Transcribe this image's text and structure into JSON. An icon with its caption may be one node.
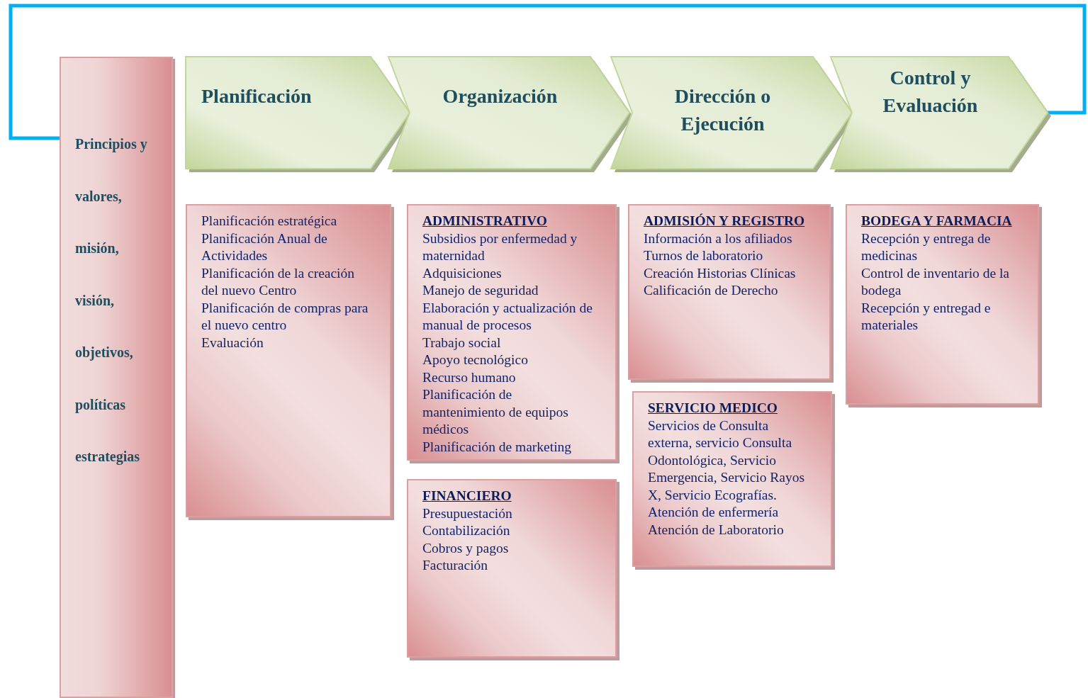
{
  "diagram": {
    "nodes": [
      {
        "text": [
          "Principios y",
          "valores,",
          "misión,",
          "visión,",
          "objetivos,",
          "políticas",
          "estrategias"
        ]
      },
      {
        "text": [
          "Planificación"
        ]
      },
      {
        "text": [
          "Organización"
        ]
      },
      {
        "text": [
          "Dirección o Ejecución"
        ]
      },
      {
        "text": [
          "Control y Evaluación"
        ]
      },
      {
        "text": [
          "Planificación estratégica",
          "Planificación Anual de Actividades",
          "Planificación de la creación del nuevo Centro",
          "Planificación de compras para el nuevo centro",
          "Evaluación"
        ]
      },
      {
        "text": [
          "ADMINISTRATIVO",
          "Subsidios por enfermedad y maternidad",
          "Adquisiciones",
          "Manejo de seguridad",
          "Elaboración y actualización de manual de procesos",
          "Trabajo social",
          "Apoyo tecnológico",
          "Recurso humano",
          "Planificación de mantenimiento de equipos médicos",
          "Planificación de marketing"
        ]
      },
      {
        "text": [
          "FINANCIERO",
          "Presupuestación",
          "Contabilización",
          "Cobros y pagos",
          "Facturación"
        ]
      },
      {
        "text": [
          "ADMISIÓN Y REGISTRO",
          "Información a los afiliados",
          "Turnos de laboratorio",
          "Creación Historias Clínicas",
          "Calificación de Derecho"
        ]
      },
      {
        "text": [
          "SERVICIO MEDICO",
          "Servicios de Consulta externa, servicio Consulta Odontológica, Servicio Emergencia, Servicio Rayos X, Servicio Ecografías.",
          "Atención de enfermería",
          "Atención de Laboratorio"
        ]
      },
      {
        "text": [
          "BODEGA Y FARMACIA",
          "Recepción y entrega de medicinas",
          "Control de inventario de la bodega",
          "Recepción y entregad e materiales"
        ]
      }
    ],
    "edges": [
      {
        "from": 4,
        "to": 0,
        "arrow": "none"
      }
    ]
  }
}
